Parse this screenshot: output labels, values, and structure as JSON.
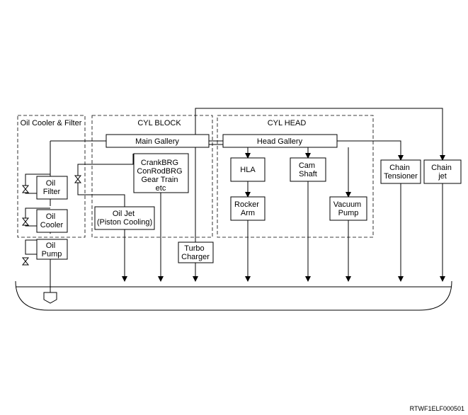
{
  "regions": {
    "oil_cooler_filter": "Oil Cooler & Filter",
    "cyl_block": "CYL BLOCK",
    "cyl_head": "CYL HEAD"
  },
  "components": {
    "main_gallery": "Main Gallery",
    "head_gallery": "Head Gallery",
    "crank": [
      "CrankBRG",
      "ConRodBRG",
      "Gear Train",
      "etc"
    ],
    "hla": "HLA",
    "cam_shaft": [
      "Cam",
      "Shaft"
    ],
    "rocker_arm": [
      "Rocker",
      "Arm"
    ],
    "vacuum_pump": [
      "Vacuum",
      "Pump"
    ],
    "chain_tensioner": [
      "Chain",
      "Tensioner"
    ],
    "chain_jet": [
      "Chain",
      "jet"
    ],
    "oil_filter": [
      "Oil",
      "Filter"
    ],
    "oil_cooler": [
      "Oil",
      "Cooler"
    ],
    "oil_pump": [
      "Oil",
      "Pump"
    ],
    "oil_jet": [
      "Oil Jet",
      "(Piston Cooling)"
    ],
    "turbo_charger": [
      "Turbo",
      "Charger"
    ]
  },
  "figure_code": "RTWF1ELF000501"
}
